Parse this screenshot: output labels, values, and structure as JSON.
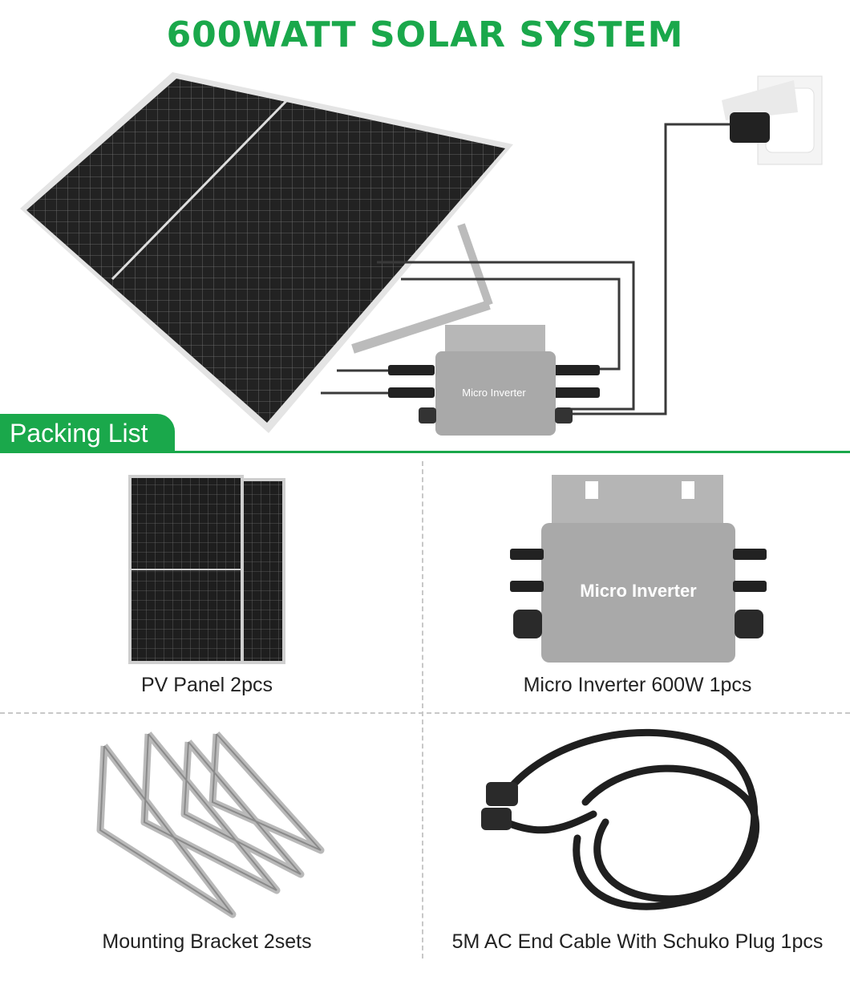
{
  "page_title": "600WATT SOLAR SYSTEM",
  "hero": {
    "inverter_label": "Micro Inverter"
  },
  "packing_list": {
    "heading": "Packing List",
    "items": [
      {
        "label": "PV Panel 2pcs",
        "icon": "pv-panel-icon"
      },
      {
        "label": "Micro Inverter 600W 1pcs",
        "icon": "micro-inverter-icon",
        "device_label": "Micro Inverter"
      },
      {
        "label": "Mounting Bracket 2sets",
        "icon": "mounting-bracket-icon"
      },
      {
        "label": "5M AC End Cable With Schuko Plug 1pcs",
        "icon": "ac-cable-icon"
      }
    ]
  },
  "colors": {
    "accent": "#1aa84b",
    "panel": "#1e1e1e",
    "inverter": "#a9a9a9"
  }
}
